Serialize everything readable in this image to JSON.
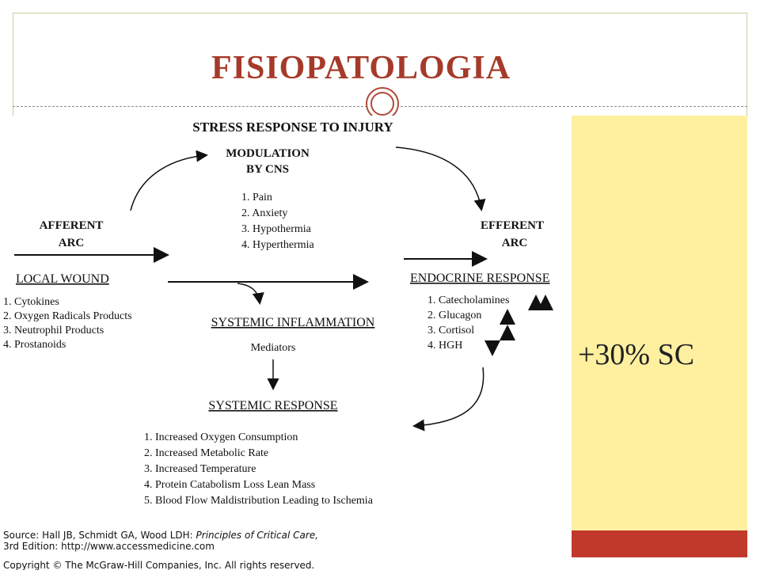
{
  "slide": {
    "title": "FISIOPATOLOGIA",
    "note": "+30% SC"
  },
  "diagram": {
    "main_title": "STRESS RESPONSE TO INJURY",
    "modulation": {
      "heading_line1": "MODULATION",
      "heading_line2": "BY CNS",
      "items": [
        "1.  Pain",
        "2.  Anxiety",
        "3.  Hypothermia",
        "4.  Hyperthermia"
      ]
    },
    "afferent": {
      "line1": "AFFERENT",
      "line2": "ARC"
    },
    "efferent": {
      "line1": "EFFERENT",
      "line2": "ARC"
    },
    "local_wound": {
      "heading": "LOCAL WOUND",
      "items": [
        "1.  Cytokines",
        "2.  Oxygen Radicals Products",
        "3.  Neutrophil Products",
        "4.  Prostanoids"
      ]
    },
    "endocrine": {
      "heading": "ENDOCRINE RESPONSE",
      "items": [
        "1.  Catecholamines",
        "2.  Glucagon",
        "3.  Cortisol",
        "4.  HGH"
      ]
    },
    "systemic_inflammation": {
      "heading": "SYSTEMIC INFLAMMATION",
      "sub": "Mediators"
    },
    "systemic_response": {
      "heading": "SYSTEMIC RESPONSE",
      "items": [
        "1.  Increased Oxygen Consumption",
        "2.  Increased Metabolic Rate",
        "3.  Increased Temperature",
        "4.  Protein Catabolism Loss Lean Mass",
        "5.  Blood Flow Maldistribution Leading to Ischemia"
      ]
    },
    "source": {
      "line1_prefix": "Source: Hall JB, Schmidt GA, Wood LDH: ",
      "line1_italic": "Principles of Critical Care,",
      "line2": "3rd Edition: http://www.accessmedicine.com",
      "copyright": "Copyright © The McGraw-Hill Companies, Inc. All rights reserved."
    }
  },
  "colors": {
    "title": "#a63a2a",
    "panel": "#fff0a0",
    "bar": "#c0392b"
  }
}
